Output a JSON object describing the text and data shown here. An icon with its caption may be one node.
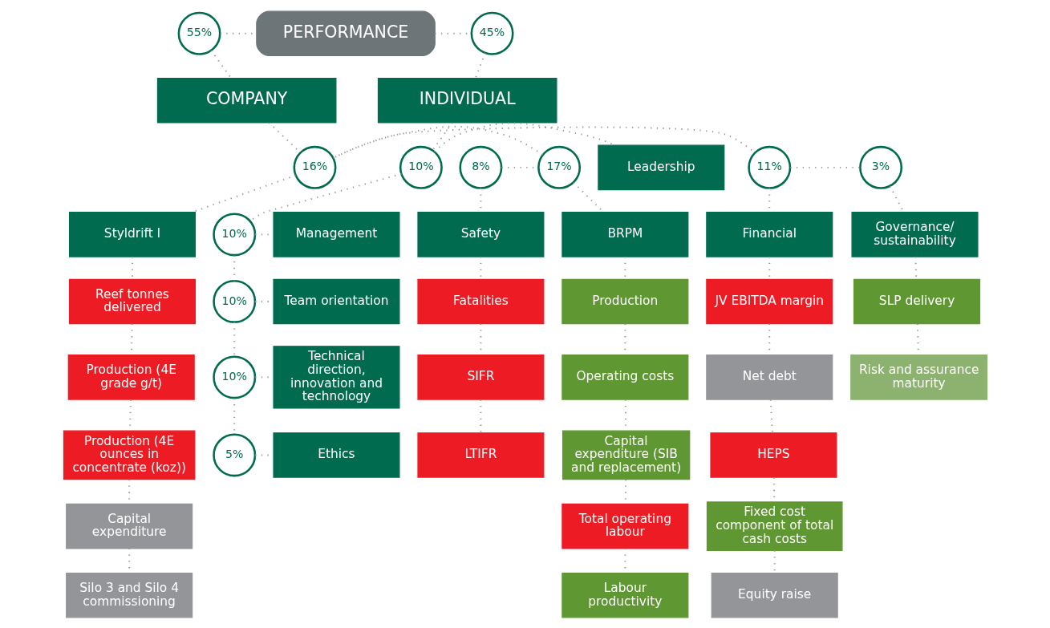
{
  "diagram": {
    "nodes": [
      {
        "text": [
          "PERFORMANCE"
        ]
      },
      {
        "text": [
          "55%"
        ]
      },
      {
        "text": [
          "45%"
        ]
      },
      {
        "text": [
          "COMPANY"
        ]
      },
      {
        "text": [
          "INDIVIDUAL"
        ]
      },
      {
        "text": [
          "8%"
        ]
      },
      {
        "text": [
          "17%"
        ]
      },
      {
        "text": [
          "16%"
        ]
      },
      {
        "text": [
          "11%"
        ]
      },
      {
        "text": [
          "3%"
        ]
      },
      {
        "text": [
          "Safety"
        ]
      },
      {
        "text": [
          "BRPM"
        ]
      },
      {
        "text": [
          "Styldrift I"
        ]
      },
      {
        "text": [
          "Financial"
        ]
      },
      {
        "text": [
          "Governance/ sustainability"
        ]
      },
      {
        "text": [
          "Fatalities"
        ]
      },
      {
        "text": [
          "SIFR"
        ]
      },
      {
        "text": [
          "LTIFR"
        ]
      },
      {
        "text": [
          "Production"
        ]
      },
      {
        "text": [
          "Operating costs"
        ]
      },
      {
        "text": [
          "Capital expenditure (SIB and replacement)"
        ]
      },
      {
        "text": [
          "Total operating labour"
        ]
      },
      {
        "text": [
          "Labour productivity"
        ]
      },
      {
        "text": [
          "Reef tonnes delivered"
        ]
      },
      {
        "text": [
          "Production (4E grade g/t)"
        ]
      },
      {
        "text": [
          "Production (4E ounces in concentrate (koz))"
        ]
      },
      {
        "text": [
          "Capital expenditure"
        ]
      },
      {
        "text": [
          "Silo 3 and Silo 4 commissioning"
        ]
      },
      {
        "text": [
          "JV EBITDA margin"
        ]
      },
      {
        "text": [
          "Net debt"
        ]
      },
      {
        "text": [
          "HEPS"
        ]
      },
      {
        "text": [
          "Fixed cost component of total cash costs"
        ]
      },
      {
        "text": [
          "Equity raise"
        ]
      },
      {
        "text": [
          "SLP delivery"
        ]
      },
      {
        "text": [
          "Risk and assurance maturity"
        ]
      },
      {
        "text": [
          "10%"
        ]
      },
      {
        "text": [
          "Leadership"
        ]
      },
      {
        "text": [
          "10%"
        ]
      },
      {
        "text": [
          "Management"
        ]
      },
      {
        "text": [
          "10%"
        ]
      },
      {
        "text": [
          "Team orientation"
        ]
      },
      {
        "text": [
          "10%"
        ]
      },
      {
        "text": [
          "Technical direction, innovation and technology"
        ]
      },
      {
        "text": [
          "5%"
        ]
      },
      {
        "text": [
          "Ethics"
        ]
      }
    ],
    "edges": [
      {
        "from": 1,
        "to": 0,
        "arrow": "none"
      },
      {
        "from": 0,
        "to": 2,
        "arrow": "none"
      },
      {
        "from": 1,
        "to": 3,
        "arrow": "none"
      },
      {
        "from": 2,
        "to": 4,
        "arrow": "none"
      },
      {
        "from": 3,
        "to": 7,
        "arrow": "none"
      },
      {
        "from": 5,
        "to": 6,
        "arrow": "none"
      },
      {
        "from": 6,
        "to": 7,
        "arrow": "none"
      },
      {
        "from": 7,
        "to": 8,
        "arrow": "none"
      },
      {
        "from": 8,
        "to": 9,
        "arrow": "none"
      },
      {
        "from": 5,
        "to": 10,
        "arrow": "none"
      },
      {
        "from": 6,
        "to": 11,
        "arrow": "none"
      },
      {
        "from": 7,
        "to": 12,
        "arrow": "none"
      },
      {
        "from": 8,
        "to": 13,
        "arrow": "none"
      },
      {
        "from": 9,
        "to": 14,
        "arrow": "none"
      },
      {
        "from": 10,
        "to": 15,
        "arrow": "none"
      },
      {
        "from": 15,
        "to": 16,
        "arrow": "none"
      },
      {
        "from": 16,
        "to": 17,
        "arrow": "none"
      },
      {
        "from": 11,
        "to": 18,
        "arrow": "none"
      },
      {
        "from": 18,
        "to": 19,
        "arrow": "none"
      },
      {
        "from": 19,
        "to": 20,
        "arrow": "none"
      },
      {
        "from": 20,
        "to": 21,
        "arrow": "none"
      },
      {
        "from": 21,
        "to": 22,
        "arrow": "none"
      },
      {
        "from": 12,
        "to": 23,
        "arrow": "none"
      },
      {
        "from": 23,
        "to": 24,
        "arrow": "none"
      },
      {
        "from": 24,
        "to": 25,
        "arrow": "none"
      },
      {
        "from": 25,
        "to": 26,
        "arrow": "none"
      },
      {
        "from": 26,
        "to": 27,
        "arrow": "none"
      },
      {
        "from": 13,
        "to": 28,
        "arrow": "none"
      },
      {
        "from": 28,
        "to": 29,
        "arrow": "none"
      },
      {
        "from": 29,
        "to": 30,
        "arrow": "none"
      },
      {
        "from": 30,
        "to": 31,
        "arrow": "none"
      },
      {
        "from": 31,
        "to": 32,
        "arrow": "none"
      },
      {
        "from": 14,
        "to": 33,
        "arrow": "none"
      },
      {
        "from": 33,
        "to": 34,
        "arrow": "none"
      },
      {
        "from": 4,
        "to": 35,
        "arrow": "none"
      },
      {
        "from": 35,
        "to": 37,
        "arrow": "none"
      },
      {
        "from": 37,
        "to": 39,
        "arrow": "none"
      },
      {
        "from": 39,
        "to": 41,
        "arrow": "none"
      },
      {
        "from": 41,
        "to": 43,
        "arrow": "none"
      },
      {
        "from": 35,
        "to": 36,
        "arrow": "none"
      },
      {
        "from": 37,
        "to": 38,
        "arrow": "none"
      },
      {
        "from": 39,
        "to": 40,
        "arrow": "none"
      },
      {
        "from": 41,
        "to": 42,
        "arrow": "none"
      },
      {
        "from": 43,
        "to": 44,
        "arrow": "none"
      }
    ]
  }
}
